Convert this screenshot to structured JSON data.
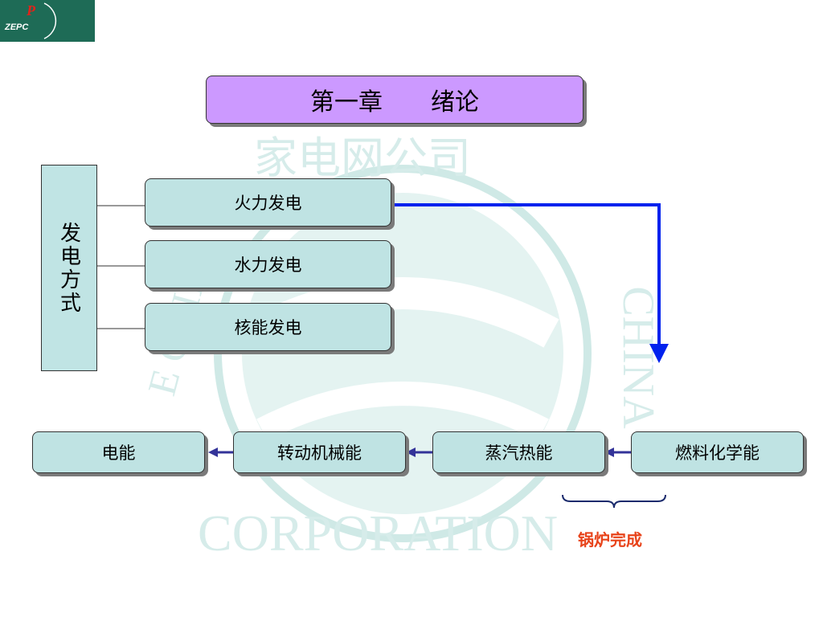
{
  "logo": {
    "text": "ZEPC"
  },
  "title": "第一章　　绪论",
  "category_label": "发电方式",
  "methods": [
    "火力发电",
    "水力发电",
    "核能发电"
  ],
  "flow": [
    "电能",
    "转动机械能",
    "蒸汽热能",
    "燃料化学能"
  ],
  "annotation": "锅炉完成",
  "watermark": {
    "text_bottom": "CORPORATION",
    "text_side": "CHINA",
    "text_top": "家电网公司",
    "text_left": "E GRID"
  },
  "colors": {
    "title_bg": "#cc99ff",
    "box_bg": "#bfe3e3",
    "arrow_blue": "#0022ee",
    "arrow_navy": "#333399",
    "annotation": "#e8431a"
  }
}
